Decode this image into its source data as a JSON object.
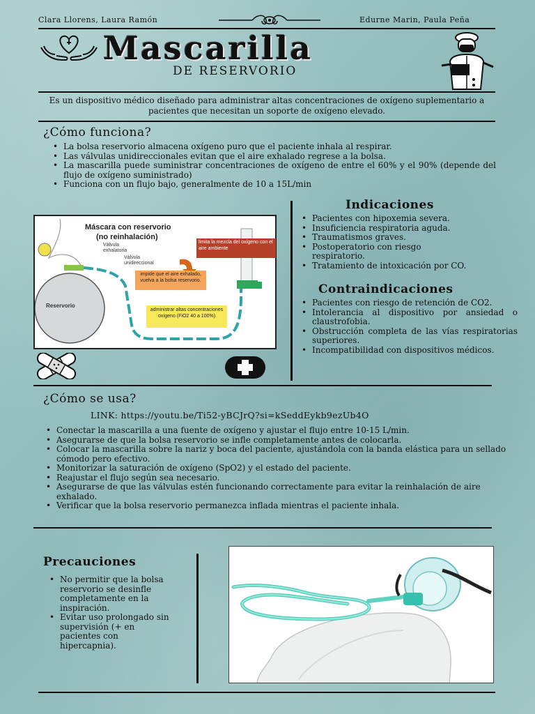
{
  "header": {
    "authors_left": "Clara Llorens, Laura Ramón",
    "authors_right": "Edurne Marin, Paula Peña",
    "title": "Mascarilla",
    "subtitle": "DE RESERVORIO"
  },
  "intro": "Es un dispositivo médico diseñado para administrar altas concentraciones de oxígeno suplementario a pacientes que necesitan un soporte de oxígeno elevado.",
  "como_funciona": {
    "heading": "¿Cómo funciona?",
    "items": [
      "La bolsa reservorio almacena oxígeno puro que el paciente inhala al respirar.",
      "Las válvulas unidireccionales evitan que el aire exhalado regrese a la bolsa.",
      "La mascarilla puede suministrar concentraciones de oxígeno de entre el 60% y el 90% (depende del flujo de oxígeno suministrado)",
      "Funciona con un flujo bajo, generalmente de 10 a 15L/min"
    ]
  },
  "diagram": {
    "title_line1": "Máscara con reservorio",
    "title_line2": "(no reinhalación)",
    "label_exhalatoria": "Válvula exhalatoria",
    "label_unidireccional": "Válvula unidireccional",
    "label_reservorio": "Reservorio",
    "box_limita": "limita la mezcla del oxígeno con el aire ambiente",
    "box_impide": "impide que el aire exhalado, vuelva a la bolsa reservorio.",
    "box_administrar": "administrar altas concentraciones oxígeno (FiO2 40 a 100%)"
  },
  "indicaciones": {
    "heading": "Indicaciones",
    "items": [
      "Pacientes con hipoxemia severa.",
      "Insuficiencia respiratoria aguda.",
      "Traumatismos graves.",
      "Postoperatorio con riesgo respiratorio.",
      "Tratamiento de intoxicación por CO."
    ]
  },
  "contraindicaciones": {
    "heading": "Contraindicaciones",
    "items": [
      "Pacientes con riesgo de retención de CO2.",
      "Intolerancia al dispositivo por ansiedad o claustrofobia.",
      "Obstrucción completa de las vías respiratorias superiores.",
      "Incompatibilidad con dispositivos médicos."
    ]
  },
  "como_se_usa": {
    "heading": "¿Cómo se usa?",
    "link": "LINK: https://youtu.be/Ti52-yBCJrQ?si=kSeddEykb9ezUb4O",
    "items": [
      "Conectar la mascarilla a una fuente de oxígeno y ajustar el flujo entre 10-15 L/min.",
      "Asegurarse de que la bolsa reservorio se infle completamente antes de colocarla.",
      "Colocar la mascarilla sobre la nariz y boca del paciente, ajustándola con la banda elástica para un sellado cómodo pero efectivo.",
      "Monitorizar la saturación de oxígeno (SpO2) y el estado del paciente.",
      "Reajustar el flujo según sea necesario.",
      "Asegurarse de que las válvulas estén funcionando correctamente para evitar la reinhalación de aire exhalado.",
      "Verificar que la bolsa reservorio permanezca inflada mientras el paciente inhala."
    ]
  },
  "precauciones": {
    "heading": "Precauciones",
    "items": [
      "No permitir que la bolsa reservorio se desinfle completamente en la inspiración.",
      "Evitar uso prolongado sin supervisión (+ en pacientes con hipercapnia)."
    ]
  },
  "icons": {
    "hands_heart": "hands-heart-icon",
    "doctor": "doctor-icon",
    "bandage": "bandage-icon",
    "medical_cross": "medical-cross-icon",
    "flourish": "flourish-ornament"
  }
}
